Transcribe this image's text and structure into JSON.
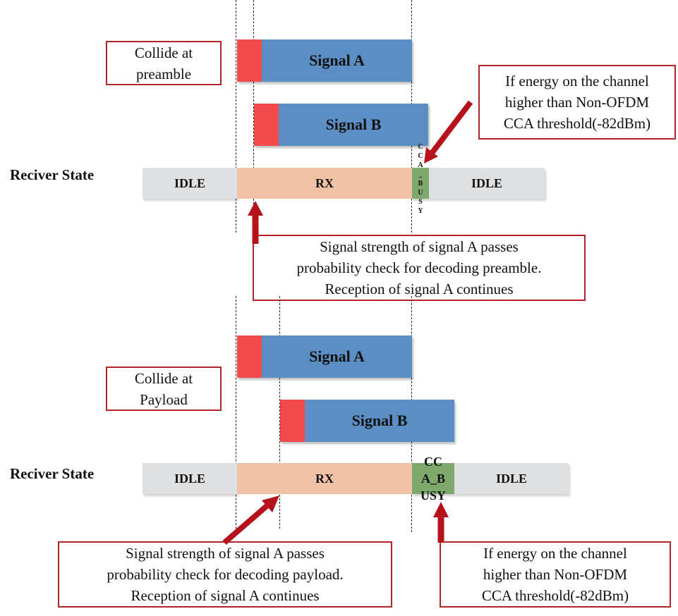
{
  "top": {
    "collide_label": [
      "Collide at",
      "preamble"
    ],
    "signal_a": "Signal A",
    "signal_b": "Signal B",
    "receiver_state": "Reciver State",
    "states": {
      "idle_1": "IDLE",
      "rx": "RX",
      "cca": [
        "C",
        "C",
        "A",
        "_",
        "B",
        "U",
        "S",
        "Y"
      ],
      "idle_2": "IDLE"
    },
    "energy_note": [
      "If energy on the channel",
      "higher than Non-OFDM",
      "CCA threshold(-82dBm)"
    ],
    "strength_note": [
      "Signal strength of signal A passes",
      "probability check for decoding preamble.",
      "Reception of signal A continues"
    ]
  },
  "bottom": {
    "collide_label": [
      "Collide at",
      "Payload"
    ],
    "signal_a": "Signal A",
    "signal_b": "Signal B",
    "receiver_state": "Reciver State",
    "states": {
      "idle_1": "IDLE",
      "rx": "RX",
      "cca": [
        "CC",
        "A_B",
        "USY"
      ],
      "idle_2": "IDLE"
    },
    "strength_note": [
      "Signal strength of signal A passes",
      "probability check for decoding payload.",
      "Reception of signal A continues"
    ],
    "energy_note": [
      "If energy on the channel",
      "higher than Non-OFDM",
      "CCA threshold(-82dBm)"
    ]
  },
  "colors": {
    "signal": "#5b8ec3",
    "collision": "#f2494c",
    "idle": "#dfe0e2",
    "rx": "#f0c3a7",
    "cca_busy": "#7fa86d",
    "box_border": "#b0262a",
    "arrow": "#b5121b"
  }
}
